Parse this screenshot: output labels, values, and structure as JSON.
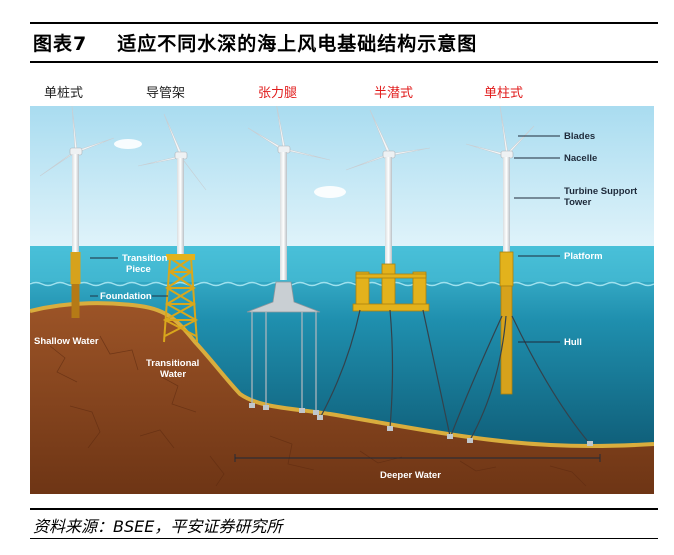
{
  "header": {
    "figure_no": "图表7",
    "title": "适应不同水深的海上风电基础结构示意图"
  },
  "types": [
    {
      "label": "单桩式",
      "color": "#222222"
    },
    {
      "label": "导管架",
      "color": "#222222"
    },
    {
      "label": "张力腿",
      "color": "#e11b1b"
    },
    {
      "label": "半潜式",
      "color": "#e11b1b"
    },
    {
      "label": "单柱式",
      "color": "#e11b1b"
    }
  ],
  "annotations": {
    "blades": "Blades",
    "nacelle": "Nacelle",
    "tower_1": "Turbine Support",
    "tower_2": "Tower",
    "platform": "Platform",
    "hull": "Hull",
    "transition_1": "Transition",
    "transition_2": "Piece",
    "foundation": "Foundation",
    "shallow": "Shallow Water",
    "transitional_1": "Transitional",
    "transitional_2": "Water",
    "deeper": "Deeper Water"
  },
  "colors": {
    "sky": "#bfe6f5",
    "sea_surface": "#3fb5cf",
    "sea_deep": "#0d5f7a",
    "seabed": "#8a4a22",
    "seabed_edge": "#d4a93c",
    "foundation_yellow": "#e3b21c"
  },
  "source": "资料来源：BSEE，平安证券研究所"
}
